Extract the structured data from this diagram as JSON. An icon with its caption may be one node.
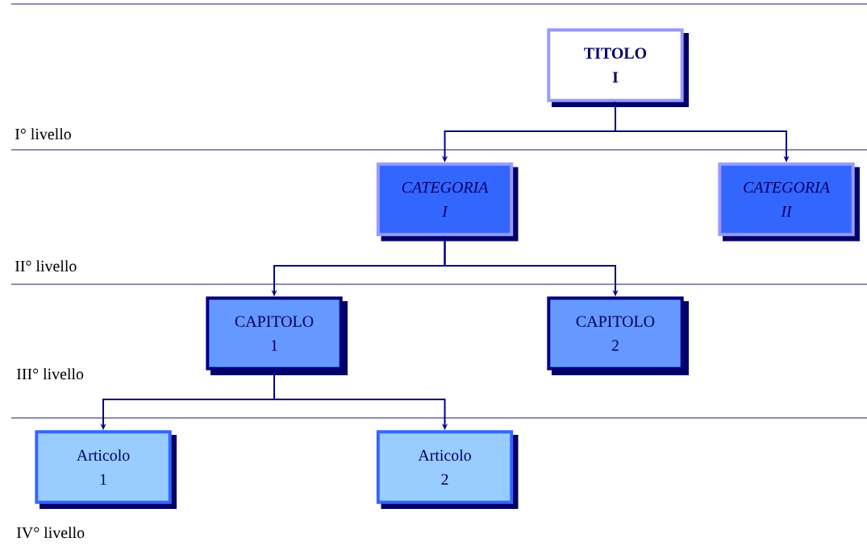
{
  "diagram": {
    "nodes": [
      {
        "text": [
          "TITOLO I"
        ]
      },
      {
        "text": [
          "CATEGORIA I"
        ]
      },
      {
        "text": [
          "CATEGORIA II"
        ]
      },
      {
        "text": [
          "CAPITOLO 1"
        ]
      },
      {
        "text": [
          "CAPITOLO 2"
        ]
      },
      {
        "text": [
          "Articolo 1"
        ]
      },
      {
        "text": [
          "Articolo 2"
        ]
      }
    ],
    "edges": [
      {
        "from": 0,
        "to": 1,
        "arrow": "to"
      },
      {
        "from": 0,
        "to": 2,
        "arrow": "to"
      },
      {
        "from": 1,
        "to": 3,
        "arrow": "to"
      },
      {
        "from": 1,
        "to": 4,
        "arrow": "to"
      },
      {
        "from": 3,
        "to": 5,
        "arrow": "to"
      },
      {
        "from": 3,
        "to": 6,
        "arrow": "to"
      }
    ],
    "labels": [
      "I° livello",
      "II° livello",
      "III° livello",
      "IV° livello"
    ]
  }
}
